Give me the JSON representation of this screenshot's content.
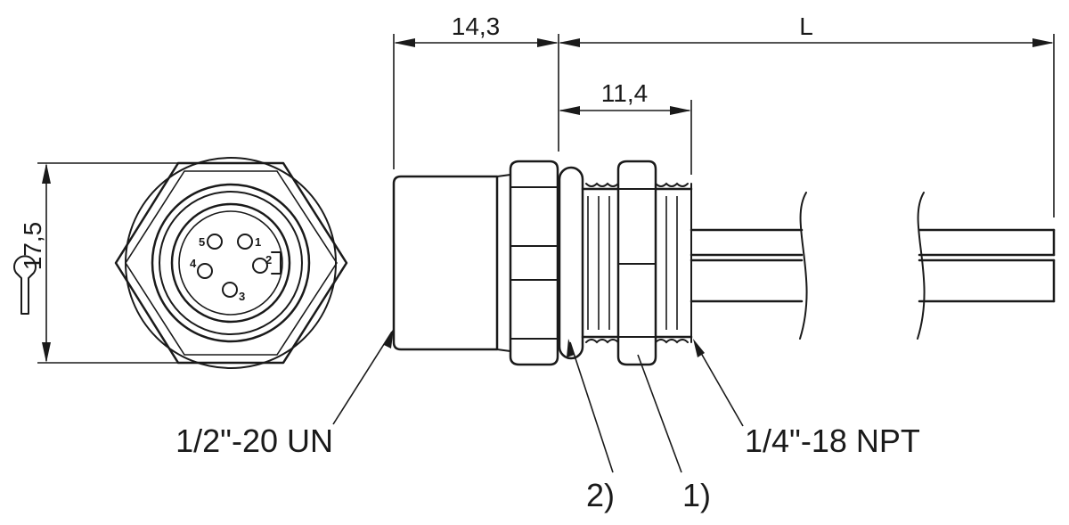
{
  "dimensions": {
    "overall_length": "14,3",
    "cable_length": "L",
    "thread_length": "11,4",
    "wrench_size": "17,5"
  },
  "callouts": {
    "coupling_thread": "1/2\"-20 UN",
    "mount_thread": "1/4\"-18 NPT",
    "ref_1": "1)",
    "ref_2": "2)"
  },
  "pins": [
    "1",
    "2",
    "3",
    "4",
    "5"
  ],
  "colors": {
    "line": "#1a1a1a",
    "background": "#ffffff"
  }
}
